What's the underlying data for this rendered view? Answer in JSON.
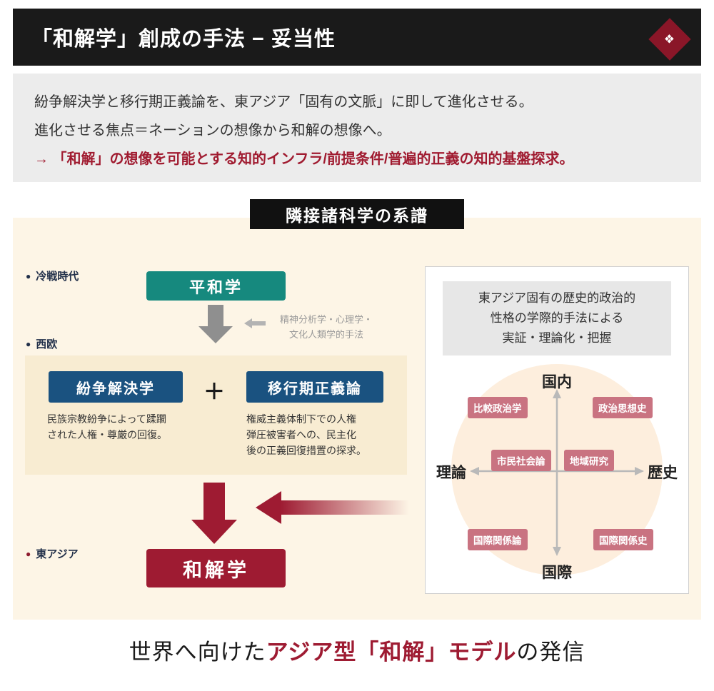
{
  "header": {
    "title": "「和解学」創成の手法 − 妥当性"
  },
  "intro": {
    "line1": "紛争解決学と移行期正義論を、東アジア「固有の文脈」に即して進化させる。",
    "line2": "進化させる焦点＝ネーションの想像から和解の想像へ。",
    "line3": "→ 「和解」の想像を可能とする知的インフラ/前提条件/普遍的正義の知的基盤探求。"
  },
  "genealogy": {
    "title": "隣接諸科学の系譜",
    "eras": {
      "cold_war": "冷戦時代",
      "west": "西欧",
      "east_asia": "東アジア"
    },
    "peace_studies": "平和学",
    "methods_note": "精神分析学・心理学・\n文化人類学的手法",
    "conflict_resolution": {
      "title": "紛争解決学",
      "desc": "民族宗教紛争によって蹂躙\nされた人権・尊厳の回復。"
    },
    "plus": "＋",
    "transitional_justice": {
      "title": "移行期正義論",
      "desc": "権威主義体制下での人権\n弾圧被害者への、民主化\n後の正義回復措置の探求。"
    },
    "reconciliation": "和解学"
  },
  "quadrant": {
    "note": "東アジア固有の歴史的政治的\n性格の学際的手法による\n実証・理論化・把握",
    "axes": {
      "top": "国内",
      "bottom": "国際",
      "left": "理論",
      "right": "歴史"
    },
    "labels": [
      {
        "text": "比較政治学"
      },
      {
        "text": "政治思想史"
      },
      {
        "text": "市民社会論"
      },
      {
        "text": "地域研究"
      },
      {
        "text": "国際関係論"
      },
      {
        "text": "国際関係史"
      }
    ]
  },
  "footer": {
    "prefix": "世界へ向けた",
    "highlight": "アジア型「和解」モデル",
    "suffix": "の発信"
  },
  "colors": {
    "crimson": "#9e1b32",
    "teal": "#16897e",
    "navy": "#1a5280",
    "pink": "#c97381"
  }
}
